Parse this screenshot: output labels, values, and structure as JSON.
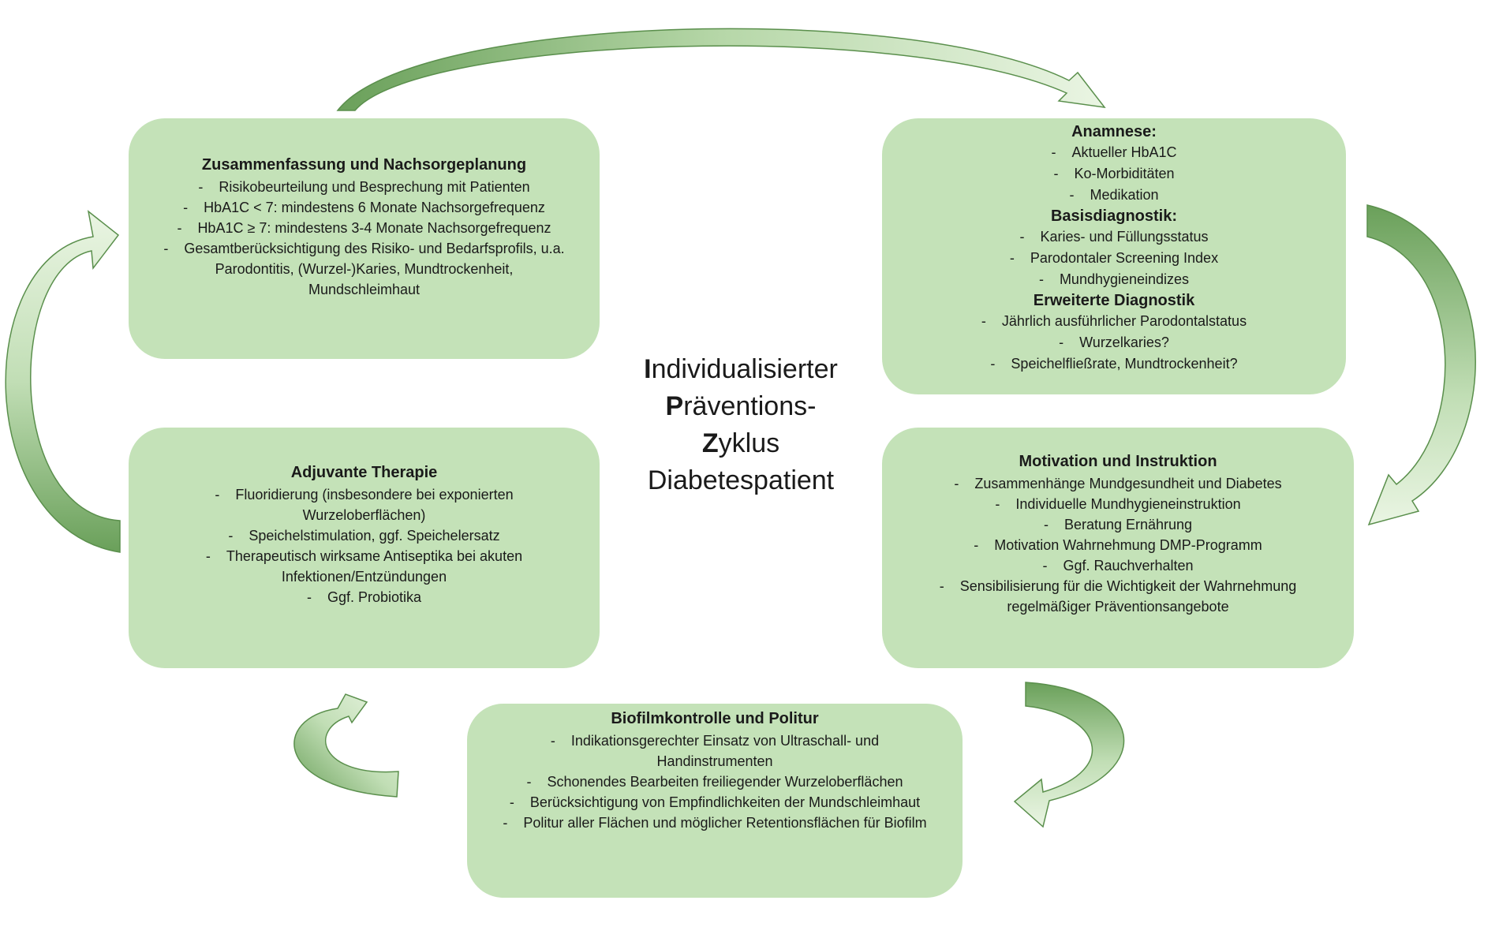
{
  "center_title": {
    "line1_initial": "I",
    "line1_rest": "ndividualisierter",
    "line2_initial": "P",
    "line2_rest": "räventions-",
    "line3_initial": "Z",
    "line3_rest": "yklus",
    "line4": "Diabetespatient"
  },
  "summary": {
    "title": "Zusammenfassung und Nachsorgeplanung",
    "items": [
      "Risikobeurteilung und Besprechung mit Patienten",
      "HbA1C < 7: mindestens 6 Monate Nachsorgefrequenz",
      "HbA1C ≥ 7: mindestens 3-4 Monate Nachsorgefrequenz",
      "Gesamtberücksichtigung des Risiko- und Bedarfsprofils, u.a. Parodontitis, (Wurzel-)Karies, Mundtrockenheit, Mundschleimhaut"
    ]
  },
  "anamnesis": {
    "title": "Anamnese:",
    "items": [
      "Aktueller HbA1C",
      "Ko-Morbiditäten",
      "Medikation"
    ],
    "basic_title": "Basisdiagnostik:",
    "basic_items": [
      "Karies- und Füllungsstatus",
      "Parodontaler Screening Index",
      "Mundhygieneindizes"
    ],
    "extended_title": "Erweiterte Diagnostik",
    "extended_items": [
      "Jährlich ausführlicher Parodontalstatus",
      "Wurzelkaries?",
      "Speichelfließrate, Mundtrockenheit?"
    ]
  },
  "adjuvant": {
    "title": "Adjuvante Therapie",
    "items": [
      "Fluoridierung (insbesondere bei exponierten Wurzeloberflächen)",
      "Speichelstimulation, ggf. Speichelersatz",
      "Therapeutisch wirksame Antiseptika bei akuten Infektionen/Entzündungen",
      "Ggf. Probiotika"
    ]
  },
  "motivation": {
    "title": "Motivation und Instruktion",
    "items": [
      "Zusammenhänge Mundgesundheit und Diabetes",
      "Individuelle Mundhygieneinstruktion",
      "Beratung Ernährung",
      "Motivation Wahrnehmung DMP-Programm",
      "Ggf. Rauchverhalten",
      "Sensibilisierung für die Wichtigkeit der Wahrnehmung regelmäßiger Präventionsangebote"
    ]
  },
  "biofilm": {
    "title": "Biofilmkontrolle und Politur",
    "items": [
      "Indikationsgerechter Einsatz von Ultraschall- und Handinstrumenten",
      "Schonendes Bearbeiten freiliegender Wurzeloberflächen",
      "Berücksichtigung von Empfindlichkeiten der Mundschleimhaut",
      "Politur aller Flächen und möglicher Retentionsflächen für Biofilm"
    ]
  },
  "colors": {
    "box_fill": "#c4e2b8",
    "arrow_light": "#d6ebcc",
    "arrow_dark": "#6aa05a"
  }
}
